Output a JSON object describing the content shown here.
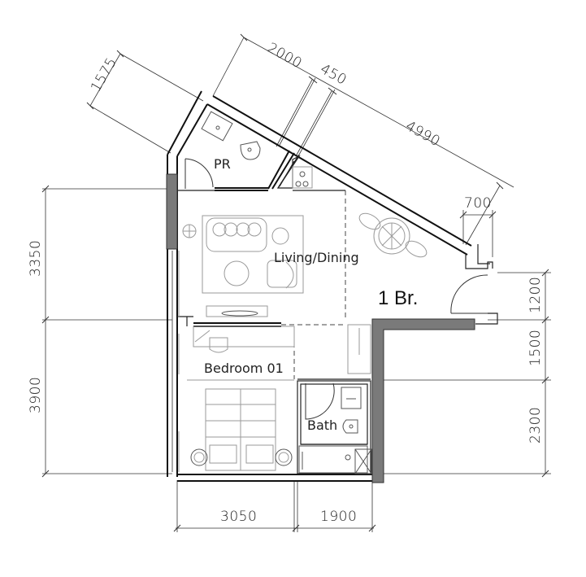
{
  "plan": {
    "unit_label": "1 Br.",
    "rooms": {
      "pr": "PR",
      "living_dining": "Living/Dining",
      "bedroom": "Bedroom 01",
      "bath": "Bath"
    },
    "dimensions": {
      "top_1575": "1575",
      "top_2000": "2000",
      "top_450": "450",
      "top_4990": "4990",
      "top_700": "700",
      "left_3350": "3350",
      "left_3900": "3900",
      "right_1200": "1200",
      "right_1500": "1500",
      "right_2300": "2300",
      "bottom_3050": "3050",
      "bottom_1900": "1900"
    },
    "colors": {
      "wall": "#111111",
      "structure_fill": "#7a7a7a",
      "furniture": "#9a9a9a",
      "background": "#ffffff"
    }
  }
}
